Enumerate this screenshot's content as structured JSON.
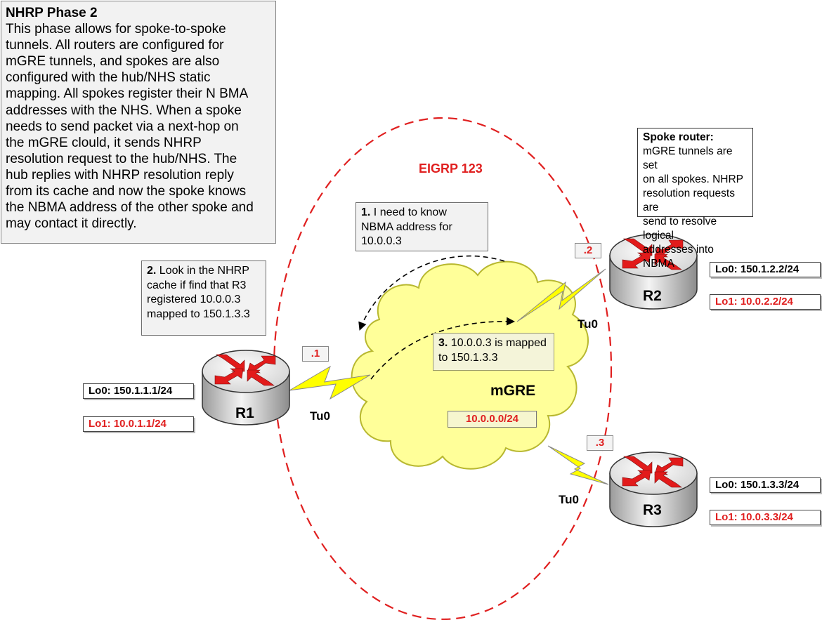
{
  "phase_note": {
    "title": "NHRP Phase 2",
    "lines": [
      "This phase allows for spoke-to-spoke",
      "tunnels. All routers are configured for",
      "mGRE tunnels, and spokes are also",
      "configured with the hub/NHS static",
      "mapping. All spokes register their N BMA",
      "addresses with the NHS. When a spoke",
      "needs to send packet via a next-hop on",
      "the mGRE clould, it sends NHRP",
      "resolution request to the hub/NHS. The",
      "hub replies with NHRP resolution reply",
      "from its cache and now the spoke knows",
      "the NBMA address of the other spoke and",
      "may contact it directly."
    ]
  },
  "eigrp_label": "EIGRP 123",
  "cloud": {
    "name": "mGRE",
    "network": "10.0.0.0/24"
  },
  "steps": [
    {
      "num": "1.",
      "lines": [
        "I need to know",
        "NBMA address for",
        "10.0.0.3"
      ]
    },
    {
      "num": "2.",
      "lines": [
        "Look in the NHRP",
        "cache if find that R3",
        "registered 10.0.0.3",
        "mapped to 150.1.3.3"
      ]
    },
    {
      "num": "3.",
      "lines": [
        "10.0.0.3 is mapped",
        "to 150.1.3.3"
      ]
    }
  ],
  "spoke_note": {
    "title": "Spoke router:",
    "lines": [
      "mGRE tunnels are set",
      "on all spokes. NHRP",
      "resolution requests are",
      "send to resolve logical",
      "addresses into NBMA"
    ]
  },
  "routers": [
    {
      "name": "R1",
      "tunnel": "Tu0",
      "host_ip": ".1",
      "lo0": "Lo0: 150.1.1.1/24",
      "lo1": "Lo1: 10.0.1.1/24"
    },
    {
      "name": "R2",
      "tunnel": "Tu0",
      "host_ip": ".2",
      "lo0": "Lo0: 150.1.2.2/24",
      "lo1": "Lo1: 10.0.2.2/24"
    },
    {
      "name": "R3",
      "tunnel": "Tu0",
      "host_ip": ".3",
      "lo0": "Lo0: 150.1.3.3/24",
      "lo1": "Lo1: 10.0.3.3/24"
    }
  ],
  "colors": {
    "accent_red": "#e02020",
    "cloud_fill": "#ffff99",
    "cloud_stroke": "#b8b830",
    "lightning": "#ffff00",
    "router_body": "#e8e8e8",
    "router_arrow": "#e21b1b",
    "note_bg": "#f2f2f2"
  },
  "icons": [
    "router-icon",
    "cloud-icon",
    "lightning-link-icon",
    "dashed-arrow-icon"
  ]
}
